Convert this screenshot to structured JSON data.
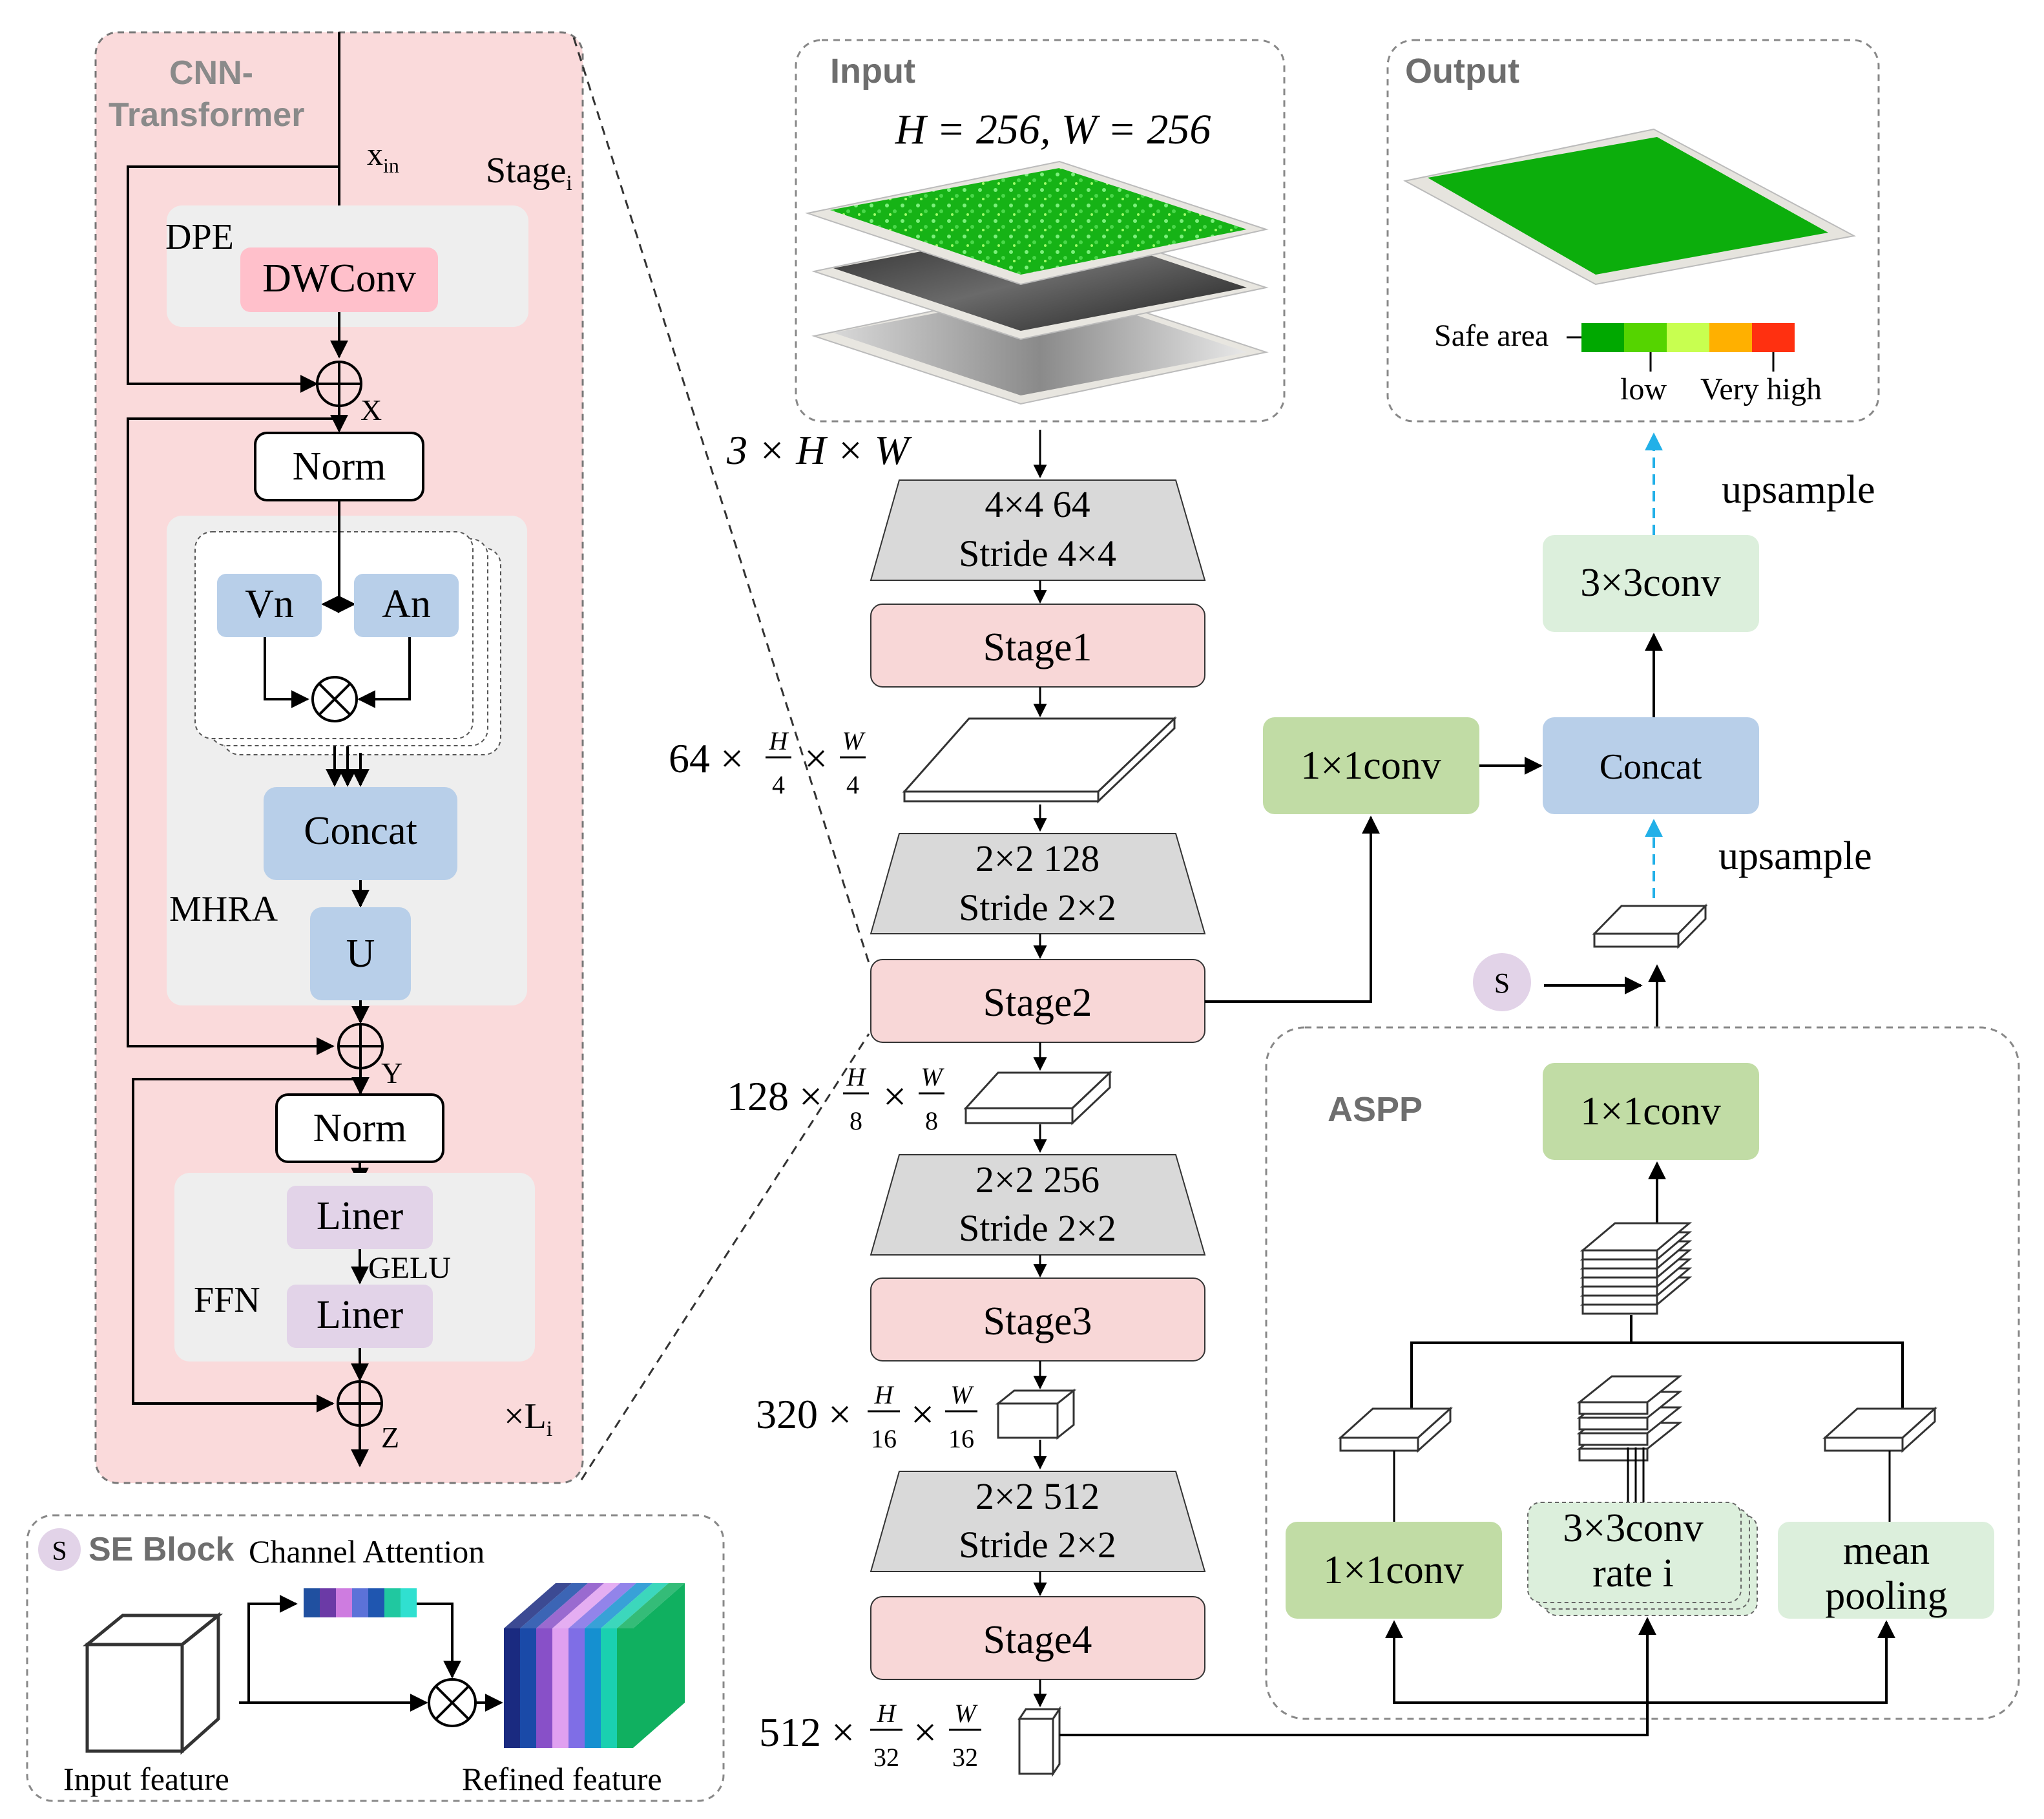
{
  "cnn_transformer": {
    "title_line1": "CNN-",
    "title_line2": "Transformer",
    "stage_label": "Stage",
    "stage_sub": "i",
    "x_in": "x",
    "x_in_sub": "in",
    "dpe_label": "DPE",
    "dwconv": "DWConv",
    "x_label": "X",
    "norm1": "Norm",
    "vn": "Vn",
    "an": "An",
    "concat": "Concat",
    "mhra_label": "MHRA",
    "u": "U",
    "y_label": "Y",
    "norm2": "Norm",
    "liner1": "Liner",
    "gelu": "GELU",
    "ffn_label": "FFN",
    "liner2": "Liner",
    "z_label": "Z",
    "repeat": "×L",
    "repeat_sub": "i"
  },
  "se_block": {
    "s": "S",
    "title": "SE Block",
    "channel_attention": "Channel Attention",
    "input_feature": "Input feature",
    "refined_feature": "Refined feature"
  },
  "input_panel": {
    "title": "Input",
    "formula": "H = 256, W = 256",
    "dims": "3 × H × W"
  },
  "output_panel": {
    "title": "Output",
    "safe_area": "Safe area",
    "low": "low",
    "very_high": "Very high"
  },
  "backbone": {
    "embed1_line1": "4×4   64",
    "embed1_line2": "Stride 4×4",
    "stage1": "Stage1",
    "dim1_prefix": "64 ×",
    "dim1_h": "H",
    "dim1_hd": "4",
    "dim1_w": "W",
    "dim1_wd": "4",
    "embed2_line1": "2×2   128",
    "embed2_line2": "Stride 2×2",
    "stage2": "Stage2",
    "dim2_prefix": "128 ×",
    "dim2_h": "H",
    "dim2_hd": "8",
    "dim2_w": "W",
    "dim2_wd": "8",
    "embed3_line1": "2×2   256",
    "embed3_line2": "Stride 2×2",
    "stage3": "Stage3",
    "dim3_prefix": "320 ×",
    "dim3_h": "H",
    "dim3_hd": "16",
    "dim3_w": "W",
    "dim3_wd": "16",
    "embed4_line1": "2×2   512",
    "embed4_line2": "Stride 2×2",
    "stage4": "Stage4",
    "dim4_prefix": "512 ×",
    "dim4_h": "H",
    "dim4_hd": "32",
    "dim4_w": "W",
    "dim4_wd": "32",
    "times": "×"
  },
  "decoder": {
    "conv1x1_top": "1×1conv",
    "concat": "Concat",
    "conv3x3": "3×3conv",
    "upsample_top": "upsample",
    "upsample_mid": "upsample",
    "s": "S"
  },
  "aspp": {
    "title": "ASPP",
    "conv1x1_out": "1×1conv",
    "conv1x1": "1×1conv",
    "conv3x3_line1": "3×3conv",
    "conv3x3_line2": "rate i",
    "mean_line1": "mean",
    "mean_line2": "pooling"
  },
  "colors": {
    "pink_panel": "#fadadb",
    "stage_pink": "#f8d7d7",
    "gray_box": "#eeeeee",
    "dwconv": "#ffc0cb",
    "blue": "#b8cfe9",
    "purple": "#e2d3e8",
    "green_dark": "#c1dca5",
    "green_light": "#dcefdc",
    "trapezoid": "#d9d9d9",
    "cyan_arrow": "#22b0e8",
    "scale": [
      "#00a800",
      "#55d400",
      "#c8ff50",
      "#ffb000",
      "#ff3010"
    ],
    "channel_strip": [
      "#2050a0",
      "#6b3aa6",
      "#ce7ce0",
      "#5c72d8",
      "#1f56b0",
      "#20c8a0",
      "#30e0d0"
    ],
    "refined_strips": [
      "#1a2a80",
      "#1a4aa8",
      "#8850c8",
      "#e0a0f0",
      "#7f6ee6",
      "#1590d0",
      "#1ad0b0",
      "#10b060"
    ]
  }
}
